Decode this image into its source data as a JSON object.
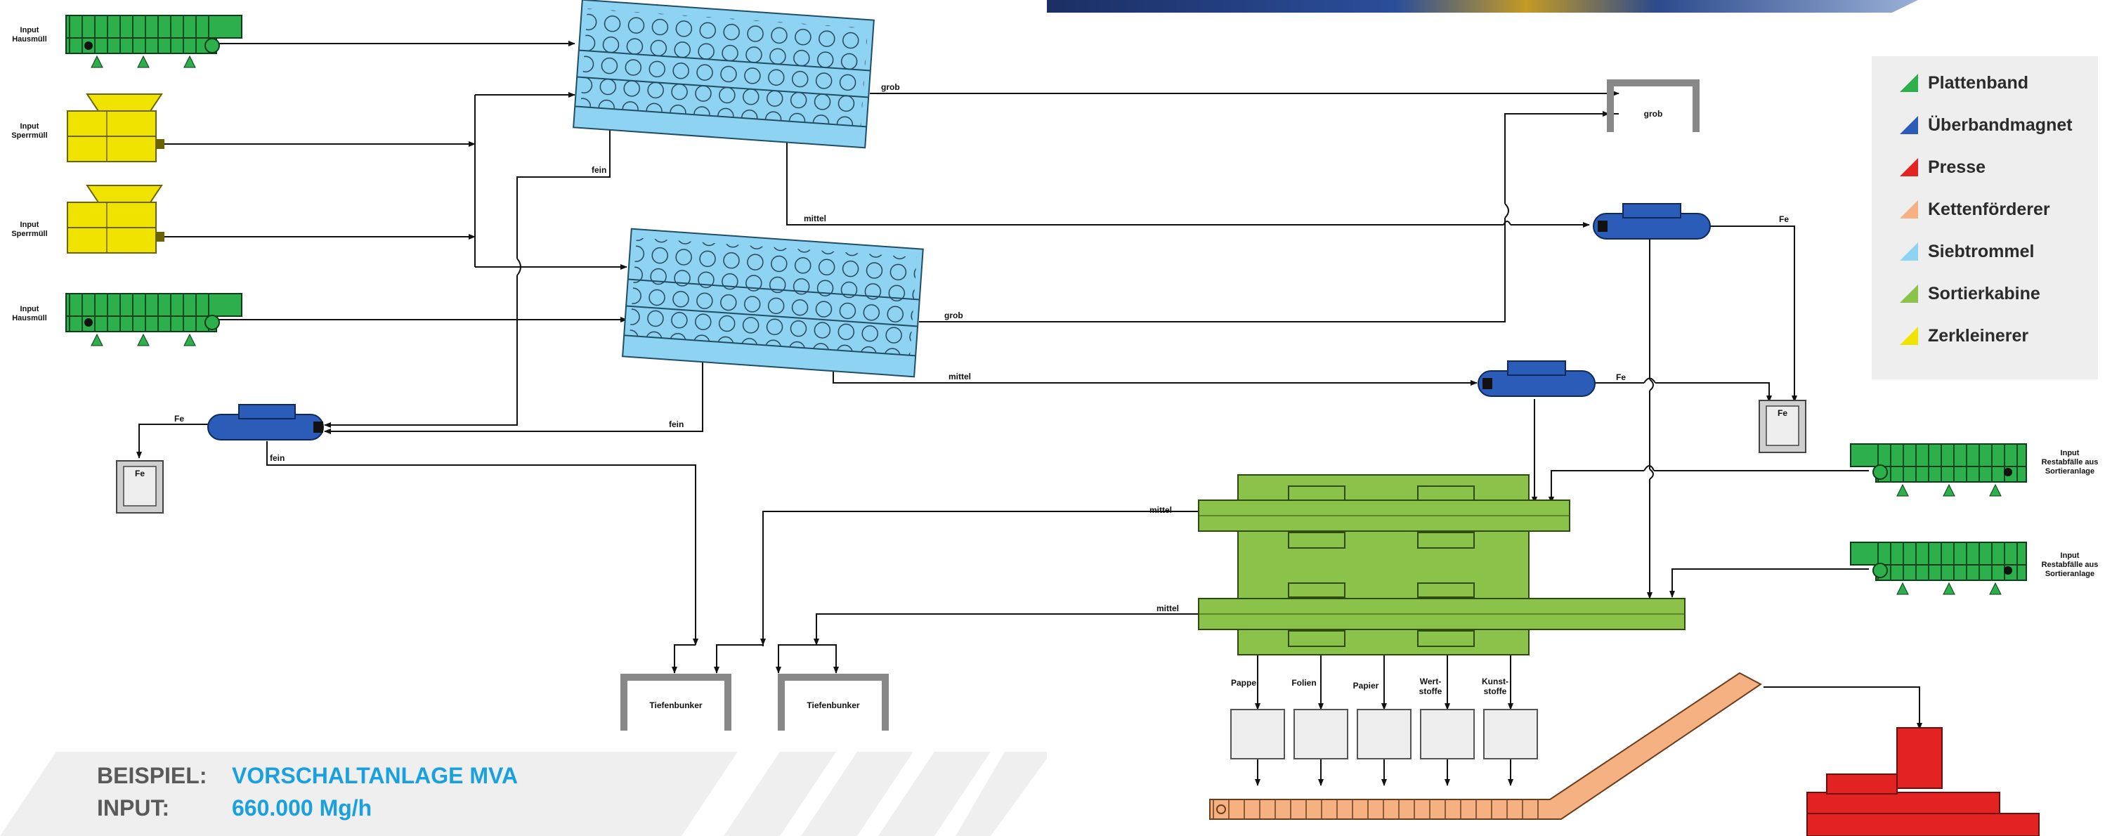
{
  "inputs": {
    "hausmuell_top": [
      "Input",
      "Hausmüll"
    ],
    "sperrmuell_1": [
      "Input",
      "Sperrmüll"
    ],
    "sperrmuell_2": [
      "Input",
      "Sperrmüll"
    ],
    "hausmuell_bottom": [
      "Input",
      "Hausmüll"
    ],
    "restabfaelle_1": [
      "Input",
      "Restabfälle aus",
      "Sortieranlage"
    ],
    "restabfaelle_2": [
      "Input",
      "Restabfälle aus",
      "Sortieranlage"
    ]
  },
  "flow_labels": {
    "grob": "grob",
    "fein": "fein",
    "mittel": "mittel",
    "fe": "Fe"
  },
  "containers": {
    "grob": "grob",
    "tiefenbunker": "Tiefenbunker",
    "fe": "Fe"
  },
  "fractions": [
    "Pappe",
    "Folien",
    "Papier",
    [
      "Wert-",
      "stoffe"
    ],
    [
      "Kunst-",
      "stoffe"
    ]
  ],
  "legend": [
    {
      "label": "Plattenband",
      "color": "#2db04b"
    },
    {
      "label": "Überbandmagnet",
      "color": "#2a5cb8"
    },
    {
      "label": "Presse",
      "color": "#e32222"
    },
    {
      "label": "Kettenförderer",
      "color": "#f6b183"
    },
    {
      "label": "Siebtrommel",
      "color": "#8fd3f2"
    },
    {
      "label": "Sortierkabine",
      "color": "#8bc34a"
    },
    {
      "label": "Zerkleinerer",
      "color": "#f1e300"
    }
  ],
  "banner": {
    "beispiel_key": "BEISPIEL:",
    "beispiel_value": "VORSCHALTANLAGE MVA",
    "input_key": "INPUT:",
    "input_value": "660.000 Mg/h",
    "key_color": "#5a5a5a",
    "value_color": "#1aa0dc"
  },
  "colors": {
    "plattenband": "#2db04b",
    "magnet": "#2a5cb8",
    "presse": "#e32222",
    "ketten": "#f6b183",
    "sieb": "#8fd3f2",
    "kabine": "#8bc34a",
    "zerkleinerer": "#f1e300"
  }
}
